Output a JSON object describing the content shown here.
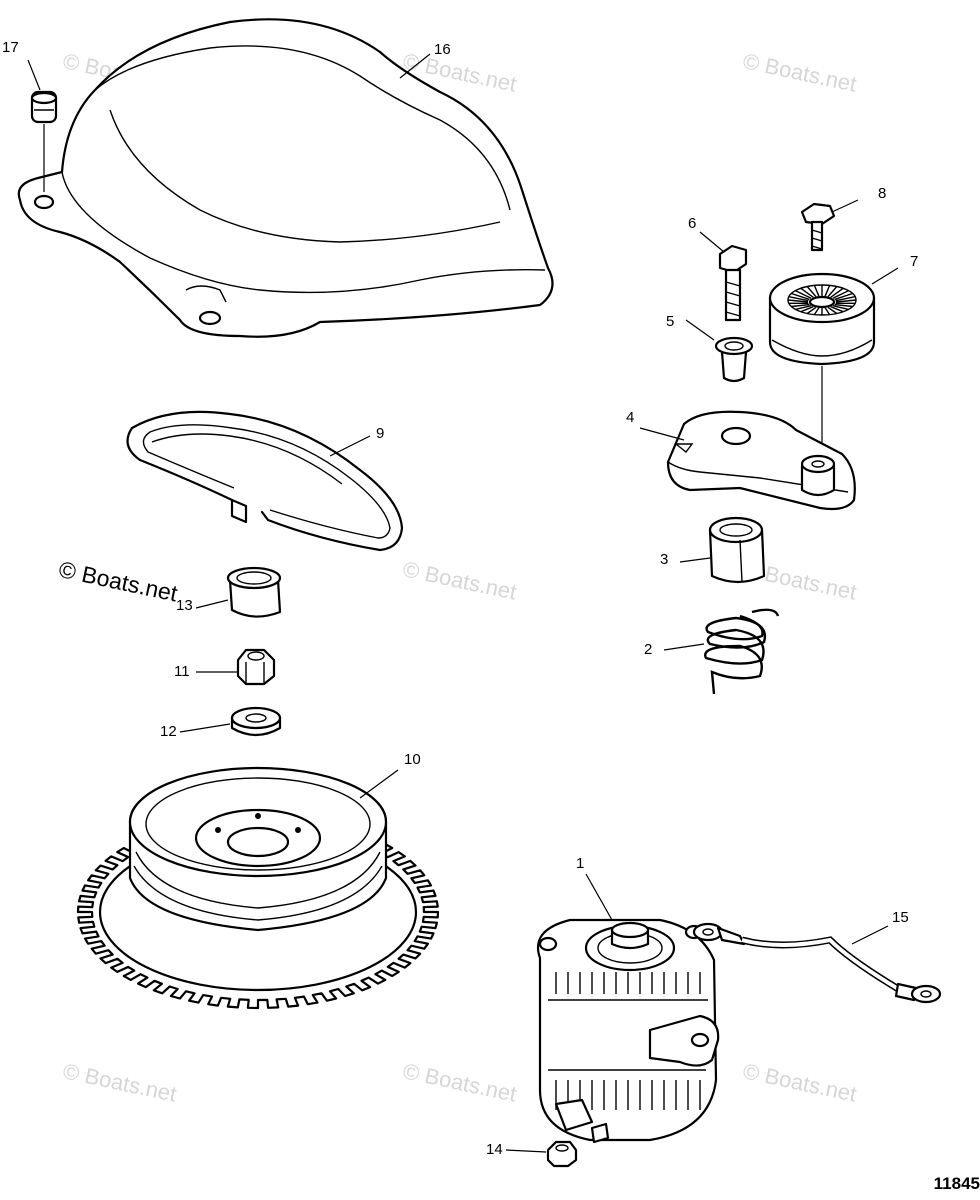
{
  "watermark": "© Boats.net",
  "copyright_notice": "© Boats.net",
  "diagram_number": "11845",
  "callouts": [
    {
      "id": "1",
      "label": "1"
    },
    {
      "id": "2",
      "label": "2"
    },
    {
      "id": "3",
      "label": "3"
    },
    {
      "id": "4",
      "label": "4"
    },
    {
      "id": "5",
      "label": "5"
    },
    {
      "id": "6",
      "label": "6"
    },
    {
      "id": "7",
      "label": "7"
    },
    {
      "id": "8",
      "label": "8"
    },
    {
      "id": "9",
      "label": "9"
    },
    {
      "id": "10",
      "label": "10"
    },
    {
      "id": "11",
      "label": "11"
    },
    {
      "id": "12",
      "label": "12"
    },
    {
      "id": "13",
      "label": "13"
    },
    {
      "id": "14",
      "label": "14"
    },
    {
      "id": "15",
      "label": "15"
    },
    {
      "id": "16",
      "label": "16"
    },
    {
      "id": "17",
      "label": "17"
    }
  ]
}
